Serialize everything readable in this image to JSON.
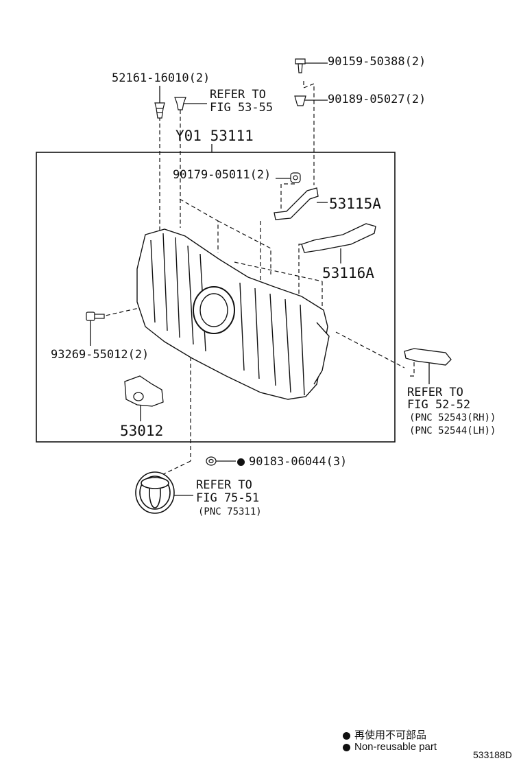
{
  "parts": {
    "clip_52161": "52161-16010(2)",
    "refer_53_55_line1": "REFER TO",
    "refer_53_55_line2": "FIG 53-55",
    "assy_53111": "Y01 53111",
    "screw_90159": "90159-50388(2)",
    "clip_90189": "90189-05027(2)",
    "nut_90179": "90179-05011(2)",
    "retainer_53115A": "53115A",
    "retainer_53116A": "53116A",
    "bolt_93269": "93269-55012(2)",
    "bracket_53012": "53012",
    "clip_90183": "90183-06044(3)",
    "refer_52_52_line1": "REFER TO",
    "refer_52_52_line2": "FIG 52-52",
    "pnc_52543": "(PNC 52543(RH))",
    "pnc_52544": "(PNC 52544(LH))",
    "refer_75_51_line1": "REFER TO",
    "refer_75_51_line2": "FIG 75-51",
    "pnc_75311": "(PNC 75311)"
  },
  "legend": {
    "jp": "再使用不可部品",
    "en": "Non-reusable part"
  },
  "figure_ref": "533188D"
}
